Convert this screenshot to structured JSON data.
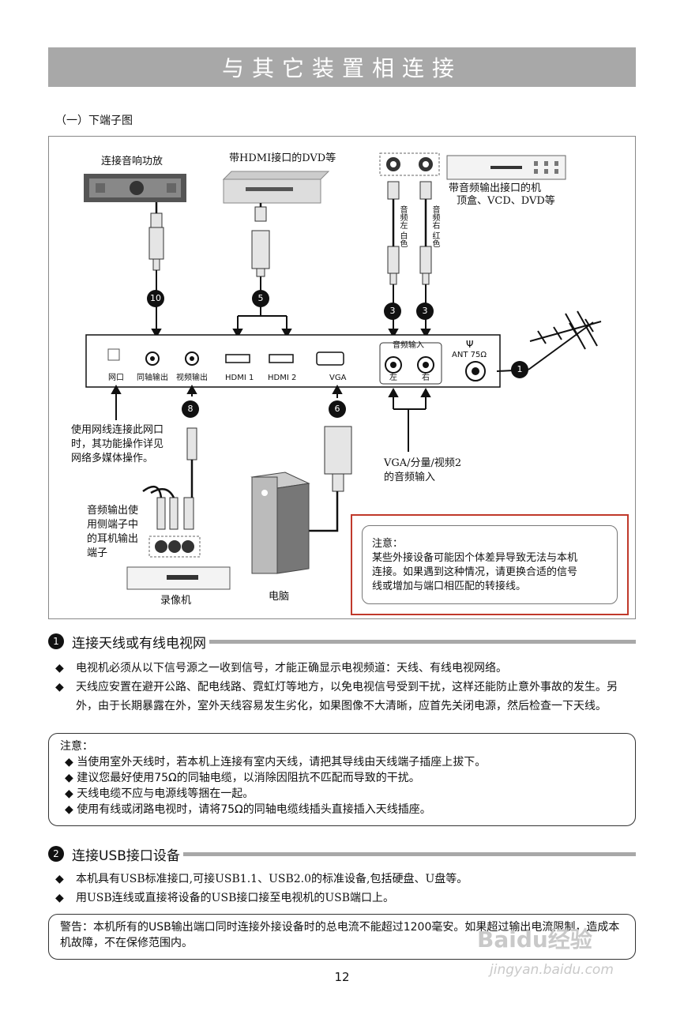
{
  "page_title": "与其它装置相连接",
  "subtitle": "（一）下端子图",
  "diagram": {
    "device_amp": "连接音响功放",
    "device_dvd": "带HDMI接口的DVD等",
    "device_stb_line1": "带音频输出接口的机",
    "device_stb_line2": "顶盒、VCD、DVD等",
    "cable_white": "音频左 白色",
    "cable_red": "音频右 红色",
    "panel_audio_in": "音频输入",
    "panel_ant": "ANT 75Ω",
    "port_net": "网口",
    "port_coax": "同轴输出",
    "port_video": "视频输出",
    "port_hdmi1": "HDMI 1",
    "port_hdmi2": "HDMI 2",
    "port_vga": "VGA",
    "port_left": "左",
    "port_right": "右",
    "net_note_line1": "使用网线连接此网口",
    "net_note_line2": "时，其功能操作详见",
    "net_note_line3": "网络多媒体操作。",
    "vga_audio_line1": "VGA/分量/视频2",
    "vga_audio_line2": "的音频输入",
    "audio_out_line1": "音频输出使",
    "audio_out_line2": "用侧端子中",
    "audio_out_line3": "的耳机输出",
    "audio_out_line4": "端子",
    "vcr": "录像机",
    "pc": "电脑",
    "badges": [
      "10",
      "5",
      "3",
      "3",
      "1",
      "8",
      "6"
    ],
    "note_title": "注意：",
    "note_text_line1": "某些外接设备可能因个体差异导致无法与本机",
    "note_text_line2": "连接。如果遇到这种情况，请更换合适的信号",
    "note_text_line3": "线或增加与端口相匹配的转接线。"
  },
  "section1": {
    "num": "1",
    "title": "连接天线或有线电视网",
    "bullets": [
      "电视机必须从以下信号源之一收到信号，才能正确显示电视频道：天线、有线电视网络。",
      "天线应安置在避开公路、配电线路、霓虹灯等地方，以免电视信号受到干扰，这样还能防止意外事故的发生。另外，由于长期暴露在外，室外天线容易发生劣化，如果图像不大清晰，应首先关闭电源，然后检查一下天线。"
    ],
    "notice_title": "注意：",
    "notice_items": [
      "当使用室外天线时，若本机上连接有室内天线，请把其导线由天线端子插座上拔下。",
      "建议您最好使用75Ω的同轴电缆，以消除因阻抗不匹配而导致的干扰。",
      "天线电缆不应与电源线等捆在一起。",
      "使用有线或闭路电视时，请将75Ω的同轴电缆线插头直接插入天线插座。"
    ]
  },
  "section2": {
    "num": "2",
    "title": "连接USB接口设备",
    "bullets": [
      "本机具有USB标准接口,可接USB1.1、USB2.0的标准设备,包括硬盘、U盘等。",
      "用USB连线或直接将设备的USB接口接至电视机的USB端口上。"
    ],
    "warning": "警告：本机所有的USB输出端口同时连接外接设备时的总电流不能超过1200毫安。如果超过输出电流限制，造成本机故障，不在保修范围内。"
  },
  "page_number": "12",
  "watermark": "Baidu经验",
  "watermark_url": "jingyan.baidu.com"
}
